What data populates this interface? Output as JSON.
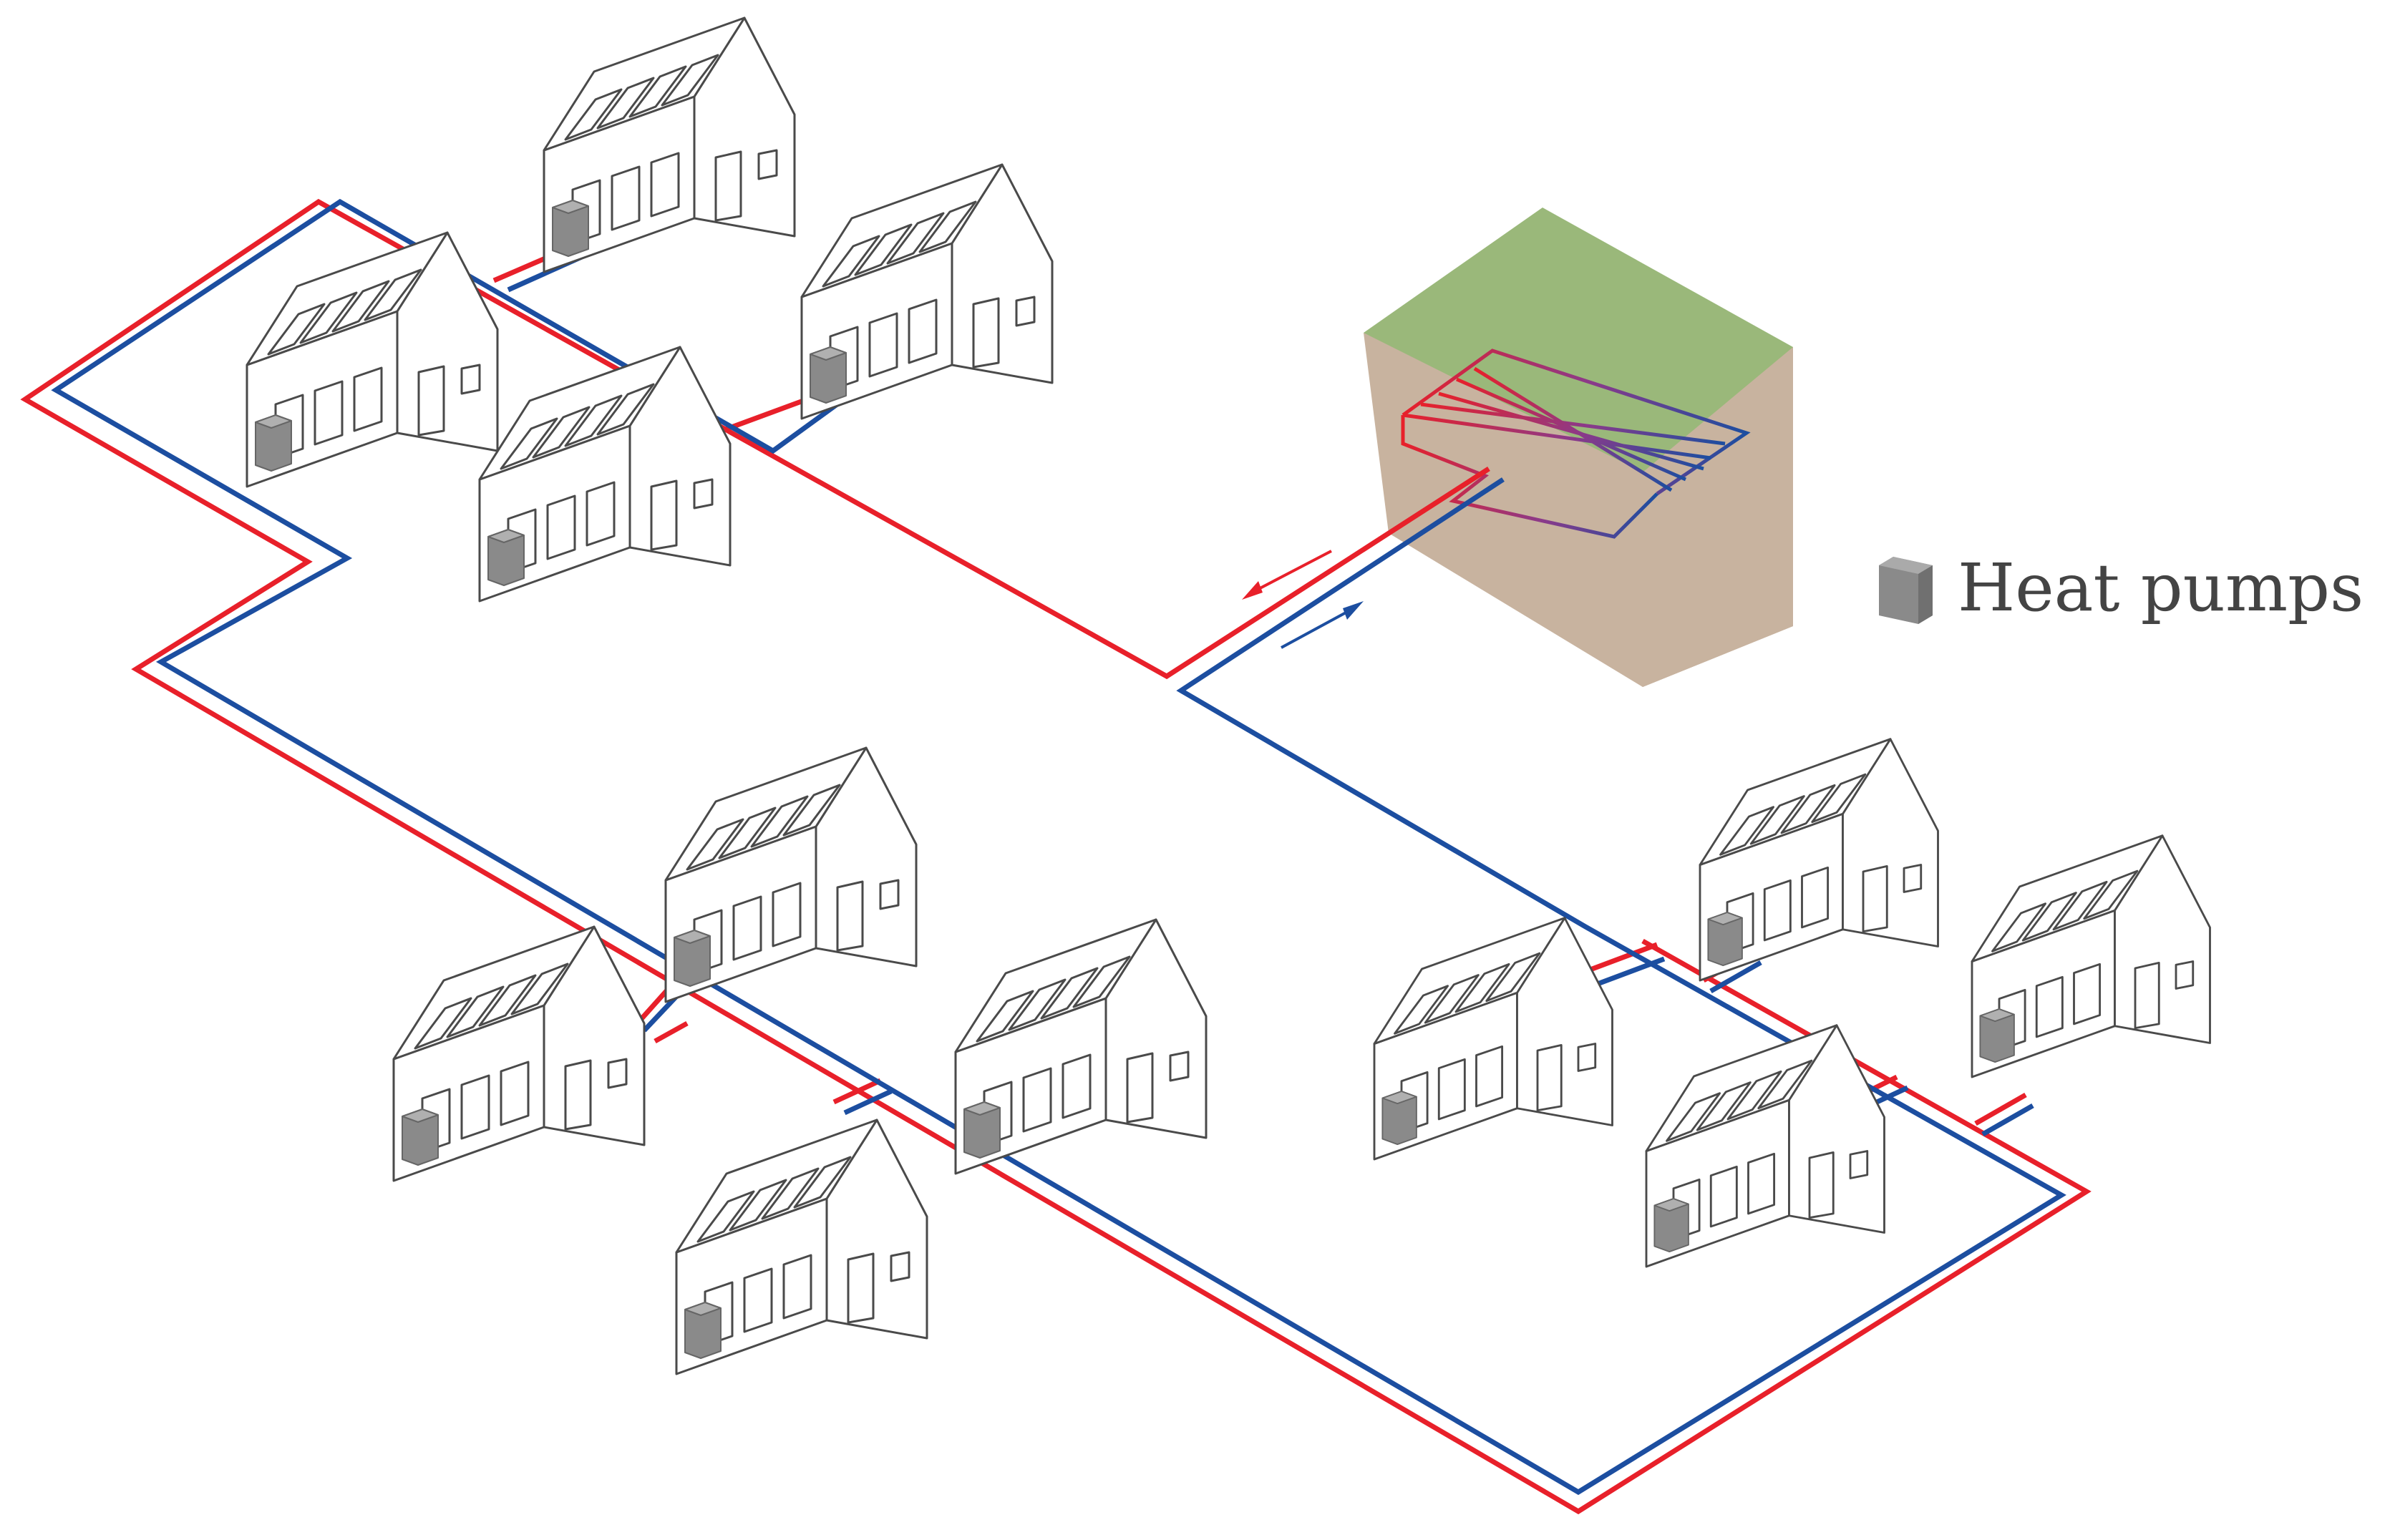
{
  "legend": {
    "label": "Heat pumps",
    "icon": "heat-pump-icon"
  },
  "colors": {
    "hot_pipe": "#e8202a",
    "cold_pipe": "#1c4ea0",
    "ground_top": "#9ab87a",
    "ground_soil": "#c8b39f",
    "heat_pump": "#8a8a8a",
    "house_outline": "#4a4a4a"
  },
  "houses": [
    {
      "id": "house-1"
    },
    {
      "id": "house-2"
    },
    {
      "id": "house-3"
    },
    {
      "id": "house-4"
    },
    {
      "id": "house-5"
    },
    {
      "id": "house-6"
    },
    {
      "id": "house-7"
    },
    {
      "id": "house-8"
    },
    {
      "id": "house-9"
    },
    {
      "id": "house-10"
    },
    {
      "id": "house-11"
    },
    {
      "id": "house-12"
    }
  ],
  "flow_arrows": [
    {
      "id": "supply-flow",
      "direction": "out-of-ground",
      "color": "hot_pipe"
    },
    {
      "id": "return-flow",
      "direction": "into-ground",
      "color": "cold_pipe"
    }
  ]
}
